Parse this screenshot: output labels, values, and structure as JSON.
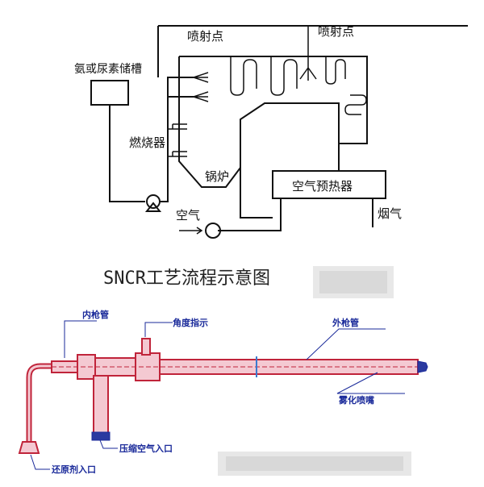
{
  "top_diagram": {
    "storage_tank": "氨或尿素储槽",
    "injection_point_left": "喷射点",
    "injection_point_right": "喷射点",
    "burner": "燃烧器",
    "boiler": "锅炉",
    "air_preheater": "空气预热器",
    "air": "空气",
    "flue_gas": "烟气"
  },
  "caption": "SNCR工艺流程示意图",
  "bottom_diagram": {
    "inner_lance": "内枪管",
    "angle_indicator": "角度指示",
    "outer_lance": "外枪管",
    "atomizing_nozzle": "雾化喷嘴",
    "compressed_air_inlet": "压缩空气入口",
    "reductant_inlet": "还原剂入口"
  },
  "colors": {
    "line": "#111111",
    "lance_red": "#c0243a",
    "lance_fill": "#f4c9d2",
    "label_blue": "#1a2a9a",
    "blur": "#d9d9d9"
  }
}
